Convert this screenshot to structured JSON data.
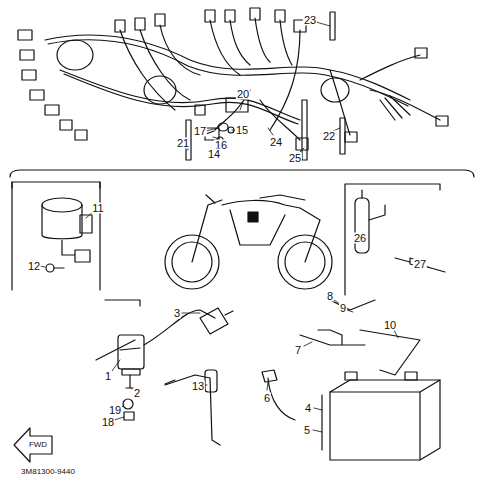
{
  "diagram": {
    "labels": [
      "23",
      "20",
      "17",
      "15",
      "21",
      "16",
      "14",
      "24",
      "22",
      "25",
      "11",
      "12",
      "26",
      "27",
      "3",
      "8",
      "9",
      "10",
      "7",
      "1",
      "2",
      "13",
      "6",
      "19",
      "18",
      "4",
      "5",
      "FWD",
      "3M81300-9440"
    ]
  }
}
